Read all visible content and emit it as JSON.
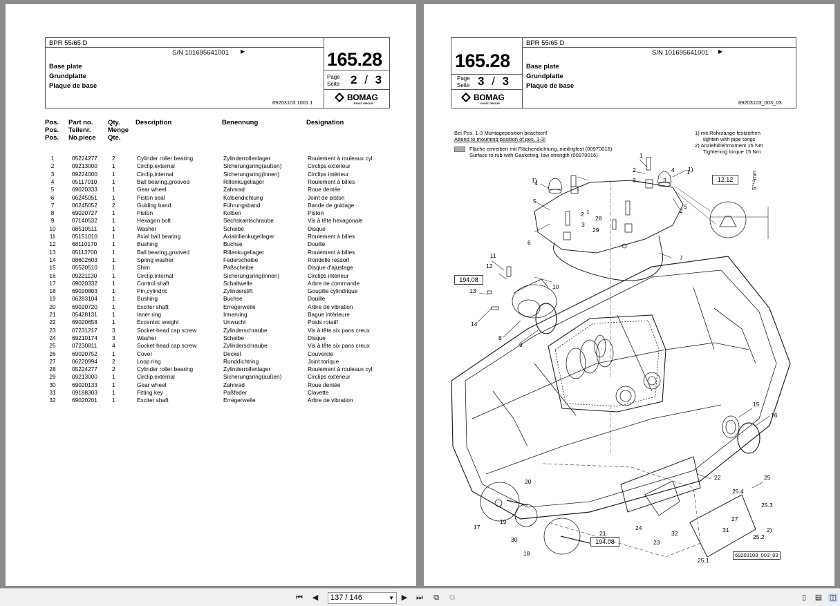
{
  "left_page": {
    "header": {
      "model": "BPR 55/65 D",
      "serial": "S/N 101695641001",
      "title_en": "Base plate",
      "title_de": "Grundplatte",
      "title_fr": "Plaque de base",
      "group_number": "165.28",
      "page_label_en": "Page",
      "page_label_de": "Seite",
      "page_current": "2",
      "page_sep": "/",
      "page_total": "3",
      "brand": "BOMAG",
      "brand_sub": "FAYAT GROUP",
      "doc_ref": "69203103 1001 1"
    },
    "columns": {
      "pos": [
        "Pos.",
        "Pos.",
        "Pos."
      ],
      "part": [
        "Part no.",
        "Teilenr.",
        "No.piece"
      ],
      "qty": [
        "Qty.",
        "Menge",
        "Qte."
      ],
      "desc": "Description",
      "benennung": "Benennung",
      "designation": "Designation"
    },
    "parts": [
      [
        "1",
        "05224277",
        "2",
        "Cylinder roller bearing",
        "Zylinderrollenlager",
        "Roulement à rouleaux cyl."
      ],
      [
        "2",
        "09213000",
        "1",
        "Circlip,external",
        "Sicherungsring(außen)",
        "Circlips extérieur"
      ],
      [
        "3",
        "09224000",
        "1",
        "Circlip,internal",
        "Sicherungsring(innen)",
        "Circlips intérieur"
      ],
      [
        "4",
        "05117010",
        "1",
        "Ball bearing,grooved",
        "Rillenkugellager",
        "Roulement à billes"
      ],
      [
        "5",
        "69020333",
        "1",
        "Gear wheel",
        "Zahnrad",
        "Roue dentée"
      ],
      [
        "6",
        "06245051",
        "1",
        "Piston seal",
        "Kolbendichtung",
        "Joint de piston"
      ],
      [
        "7",
        "06245052",
        "2",
        "Guiding band",
        "Führungsband",
        "Bande de guidage"
      ],
      [
        "8",
        "69020727",
        "1",
        "Piston",
        "Kolben",
        "Piston"
      ],
      [
        "9",
        "07140532",
        "1",
        "Hexagon bolt",
        "Sechskantschraube",
        "Vis à tête hexagonale"
      ],
      [
        "10",
        "08510511",
        "1",
        "Washer",
        "Scheibe",
        "Disque"
      ],
      [
        "11",
        "05151010",
        "1",
        "Axial ball bearing",
        "Axialrillenkugellager",
        "Roulement à billes"
      ],
      [
        "12",
        "68110170",
        "1",
        "Bushing",
        "Buchse",
        "Douille"
      ],
      [
        "13",
        "05113700",
        "1",
        "Ball bearing,grooved",
        "Rillenkugellager",
        "Roulement à billes"
      ],
      [
        "14",
        "08602603",
        "1",
        "Spring washer",
        "Federscheibe",
        "Rondelle ressort"
      ],
      [
        "15",
        "05520510",
        "1",
        "Shim",
        "Paßscheibe",
        "Disque d'ajustage"
      ],
      [
        "16",
        "09221130",
        "1",
        "Circlip,internal",
        "Sicherungsring(innen)",
        "Circlips intérieur"
      ],
      [
        "17",
        "69020332",
        "1",
        "Control shaft",
        "Schaltwelle",
        "Arbre de commande"
      ],
      [
        "18",
        "69020803",
        "1",
        "Pin,cylindric",
        "Zylinderstift",
        "Goupille cylindrique"
      ],
      [
        "19",
        "06283104",
        "1",
        "Bushing",
        "Buchse",
        "Douille"
      ],
      [
        "20",
        "69020720",
        "1",
        "Exciter shaft",
        "Erregerwelle",
        "Arbre de vibration"
      ],
      [
        "21",
        "05428131",
        "1",
        "Inner ring",
        "Innenring",
        "Bague intérieure"
      ],
      [
        "22",
        "69020658",
        "1",
        "Eccentric weight",
        "Unwucht",
        "Poids rotatif"
      ],
      [
        "23",
        "07231217",
        "3",
        "Socket-head cap screw",
        "Zylinderschraube",
        "Vis à tête six pans creux"
      ],
      [
        "24",
        "69210174",
        "3",
        "Washer",
        "Scheibe",
        "Disque"
      ],
      [
        "25",
        "07230811",
        "4",
        "Socket-head cap screw",
        "Zylinderschraube",
        "Vis à tête six pans creux"
      ],
      [
        "26",
        "69020752",
        "1",
        "Cover",
        "Deckel",
        "Couvercle"
      ],
      [
        "27",
        "06220994",
        "2",
        "Loop ring",
        "Runddichtring",
        "Joint torique"
      ],
      [
        "28",
        "05224277",
        "2",
        "Cylinder roller bearing",
        "Zylinderrollenlager",
        "Roulement à rouleaux cyl."
      ],
      [
        "29",
        "09213000",
        "1",
        "Circlip,external",
        "Sicherungsring(außen)",
        "Circlips extérieur"
      ],
      [
        "30",
        "69020133",
        "1",
        "Gear wheel",
        "Zahnrad",
        "Roue dentée"
      ],
      [
        "31",
        "09188303",
        "1",
        "Fitting key",
        "Paßfeder",
        "Clavette"
      ],
      [
        "32",
        "69020201",
        "1",
        "Exciter shaft",
        "Erregerwelle",
        "Arbre de vibration"
      ]
    ]
  },
  "right_page": {
    "header": {
      "model": "BPR 55/65 D",
      "serial": "S/N 101695641001",
      "title_en": "Base plate",
      "title_de": "Grundplatte",
      "title_fr": "Plaque de base",
      "group_number": "165.28",
      "page_label_en": "Page",
      "page_label_de": "Seite",
      "page_current": "3",
      "page_sep": "/",
      "page_total": "3",
      "brand": "BOMAG",
      "brand_sub": "FAYAT GROUP",
      "doc_ref": "69203103_003_03"
    },
    "notes": {
      "note_de": "Bei Pos. 1-3 Montageposition beachten!",
      "note_en": "Attend to mounting position of pos. 1-3!",
      "legend_de": "Fläche einreiben mit Flächendichtung, niedrigfest (00970016)",
      "legend_en": "Surface to rub with Gasketing, low strength (00970016)",
      "fn1_de": "1)  mit Rohrzange festziehen",
      "fn1_en": "tighten with pipe tongs",
      "fn2_de": "2)  Anziehdrehmoment 15 Nm",
      "fn2_en": "Tightening torque 15 Nm"
    },
    "diagram": {
      "detail_ref": "12.12",
      "angle_label": "5°⁺²mm",
      "ref_box_1": "194.08",
      "ref_box_2": "194.08",
      "drawing_id": "69203103_003_03",
      "callouts": [
        "1",
        "2",
        "3",
        "4",
        "5",
        "6",
        "7",
        "1",
        "2",
        "3",
        "4",
        "5",
        "28",
        "29",
        "1",
        "2",
        "3",
        "11",
        "12",
        "10",
        "13",
        "14",
        "8",
        "9",
        "15",
        "16",
        "22",
        "25",
        "20",
        "25.4",
        "25.3",
        "17",
        "19",
        "30",
        "18",
        "21",
        "24",
        "23",
        "32",
        "27",
        "31",
        "25.2",
        "25.1",
        "1)",
        "1)",
        "2)"
      ]
    }
  },
  "toolbar": {
    "page_field": "137 / 146",
    "first_icon": "first-page-icon",
    "prev_icon": "previous-page-icon",
    "next_icon": "next-page-icon",
    "last_icon": "last-page-icon"
  }
}
